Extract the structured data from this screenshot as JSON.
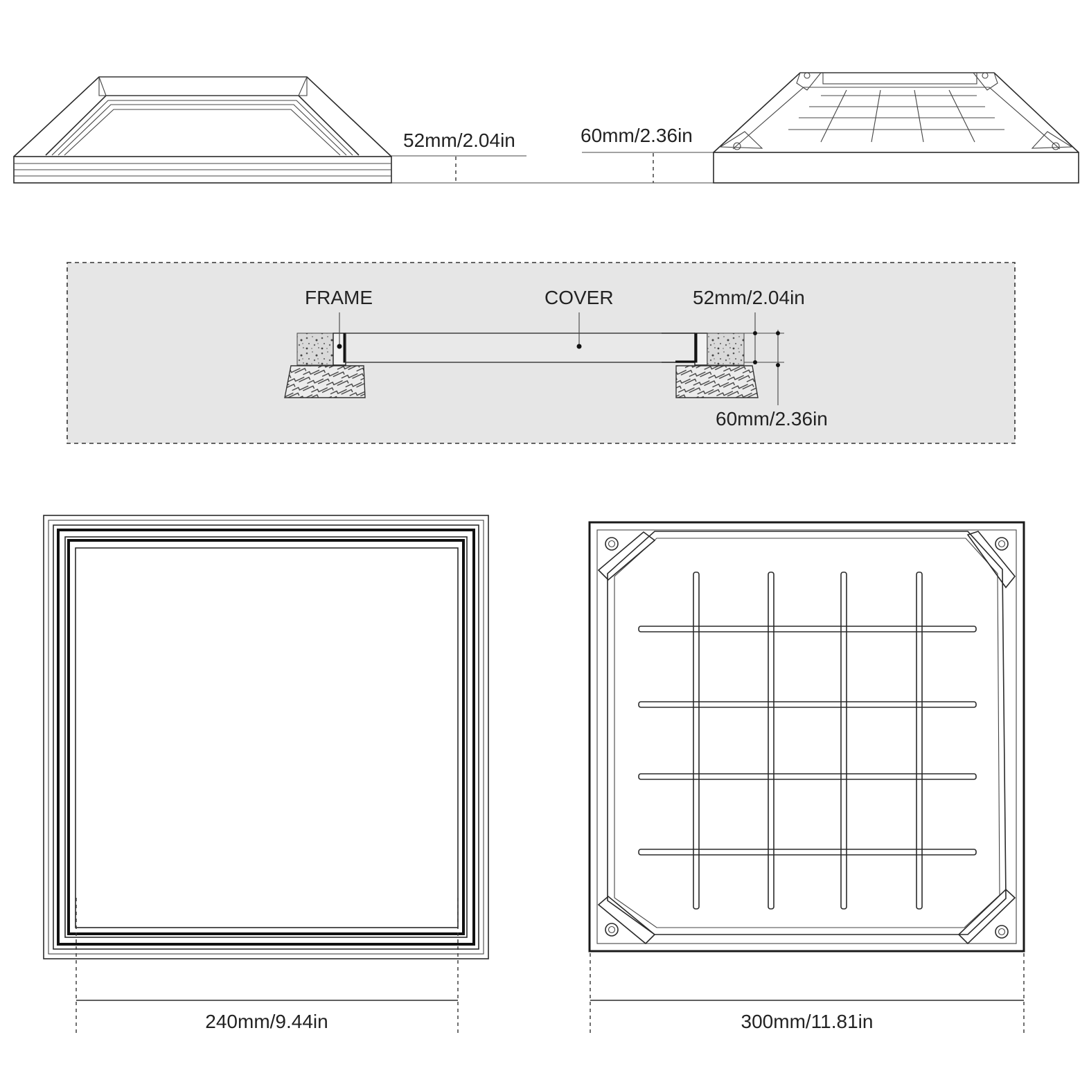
{
  "top_view": {
    "frame_height_label": "52mm/2.04in",
    "cover_height_label": "60mm/2.36in"
  },
  "cross_section": {
    "frame_label": "FRAME",
    "cover_label": "COVER",
    "frame_height_label": "52mm/2.04in",
    "cover_height_label": "60mm/2.36in",
    "background_color": "#e6e6e6"
  },
  "plan_view": {
    "frame_width_label": "240mm/9.44in",
    "cover_width_label": "300mm/11.81in"
  },
  "colors": {
    "line": "#2a2a2a",
    "text": "#222222"
  }
}
